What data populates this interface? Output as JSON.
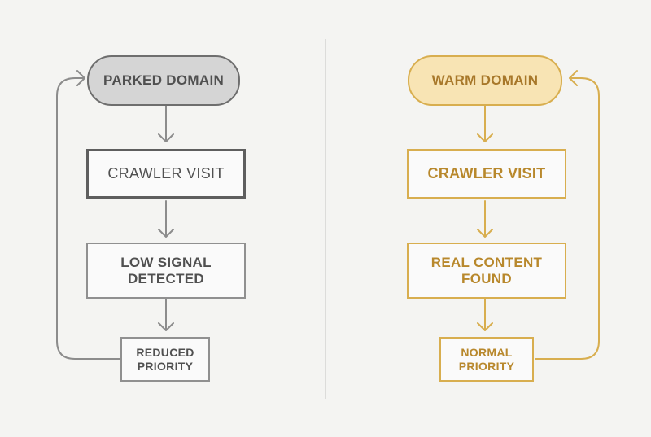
{
  "colors": {
    "background": "#f4f4f2",
    "gray_stroke": "#8c8c8c",
    "gray_text": "#505050",
    "gray_fill": "#d5d5d5",
    "box_fill": "#fafafa",
    "gold_stroke": "#d8ae4f",
    "gold_text": "#b8882c",
    "gold_fill": "#f8e4b4",
    "gold_text_dark": "#a8782a"
  },
  "left_flow": {
    "start": "PARKED DOMAIN",
    "step1": "CRAWLER VISIT",
    "step2": "LOW SIGNAL DETECTED",
    "end": "REDUCED PRIORITY"
  },
  "right_flow": {
    "start": "WARM DOMAIN",
    "step1": "CRAWLER VISIT",
    "step2": "REAL CONTENT FOUND",
    "end": "NORMAL PRIORITY"
  }
}
